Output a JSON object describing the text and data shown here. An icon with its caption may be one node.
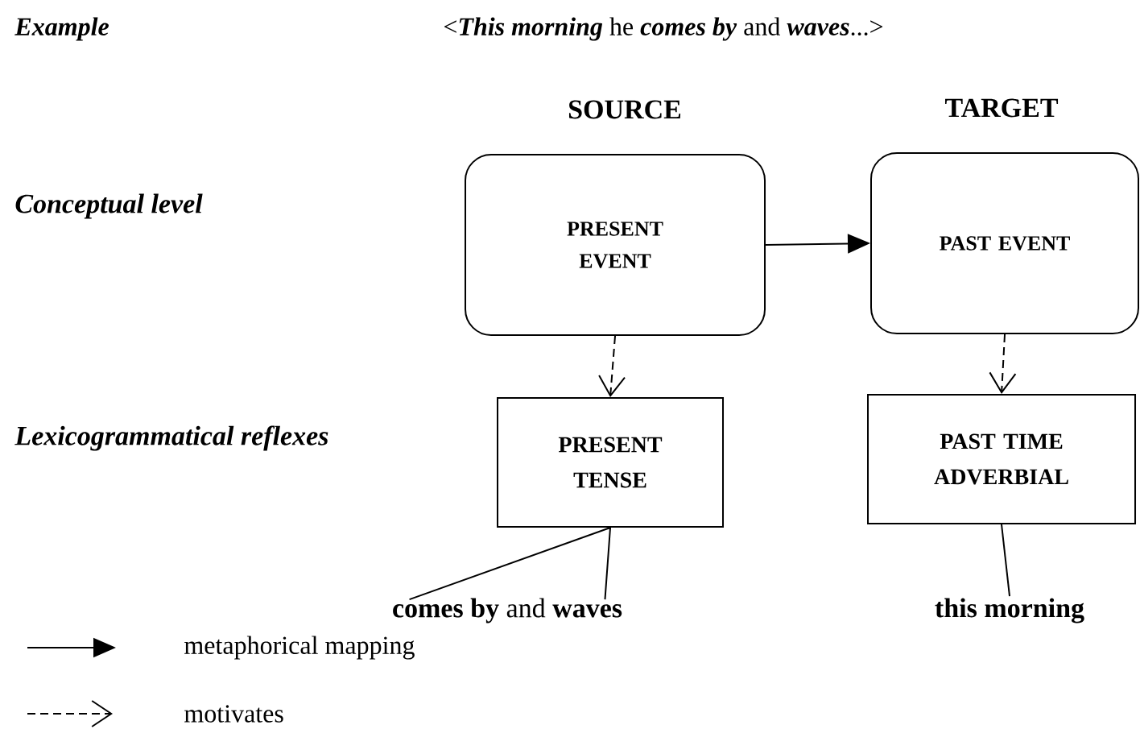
{
  "diagram": {
    "nodes": [
      {
        "text": [
          "PRESENT EVENT"
        ]
      },
      {
        "text": [
          "PAST EVENT"
        ]
      },
      {
        "text": [
          "PRESENT TENSE"
        ]
      },
      {
        "text": [
          "PAST TIME ADVERBIAL"
        ]
      },
      {
        "text": [
          "**comes by** and **waves**"
        ]
      },
      {
        "text": [
          "this morning"
        ]
      }
    ],
    "edges": [
      {
        "from": 0,
        "to": 1,
        "arrow": "to"
      },
      {
        "from": 0,
        "to": 2,
        "arrow": "to",
        "style": "dashed"
      },
      {
        "from": 1,
        "to": 3,
        "arrow": "to",
        "style": "dashed"
      },
      {
        "from": 2,
        "to": 4,
        "arrow": "none"
      },
      {
        "from": 3,
        "to": 5,
        "arrow": "none"
      }
    ],
    "labels": [
      "Example",
      "<*This morning*  he *comes by* and *waves*...>",
      "SOURCE",
      "TARGET",
      "Conceptual level",
      "Lexicogrammatical reflexes"
    ],
    "legend": [
      {
        "text": "metaphorical mapping"
      },
      {
        "text": "motivates"
      }
    ]
  }
}
